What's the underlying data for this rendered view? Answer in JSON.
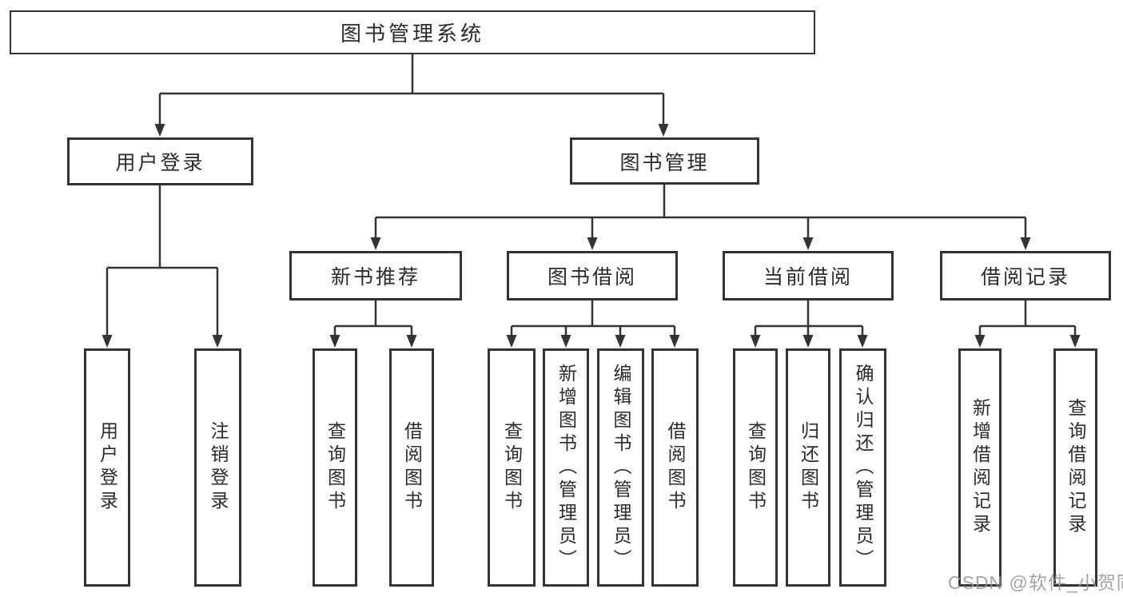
{
  "tree": {
    "label": "图书管理系统",
    "children": [
      {
        "label": "用户登录",
        "children": [
          {
            "label": "用户登录"
          },
          {
            "label": "注销登录"
          }
        ]
      },
      {
        "label": "图书管理",
        "children": [
          {
            "label": "新书推荐",
            "children": [
              {
                "label": "查询图书"
              },
              {
                "label": "借阅图书"
              }
            ]
          },
          {
            "label": "图书借阅",
            "children": [
              {
                "label": "查询图书"
              },
              {
                "label": "新增图书（管理员）"
              },
              {
                "label": "编辑图书（管理员）"
              },
              {
                "label": "借阅图书"
              }
            ]
          },
          {
            "label": "当前借阅",
            "children": [
              {
                "label": "查询图书"
              },
              {
                "label": "归还图书"
              },
              {
                "label": "确认归还（管理员）"
              }
            ]
          },
          {
            "label": "借阅记录",
            "children": [
              {
                "label": "新增借阅记录"
              },
              {
                "label": "查询借阅记录"
              }
            ]
          }
        ]
      }
    ]
  },
  "watermark": "CSDN @软件_小贺同学",
  "colors": {
    "line": "#333333",
    "border": "#333333",
    "text": "#2b2b2b",
    "watermark": "#91949b",
    "background": "#ffffff"
  }
}
